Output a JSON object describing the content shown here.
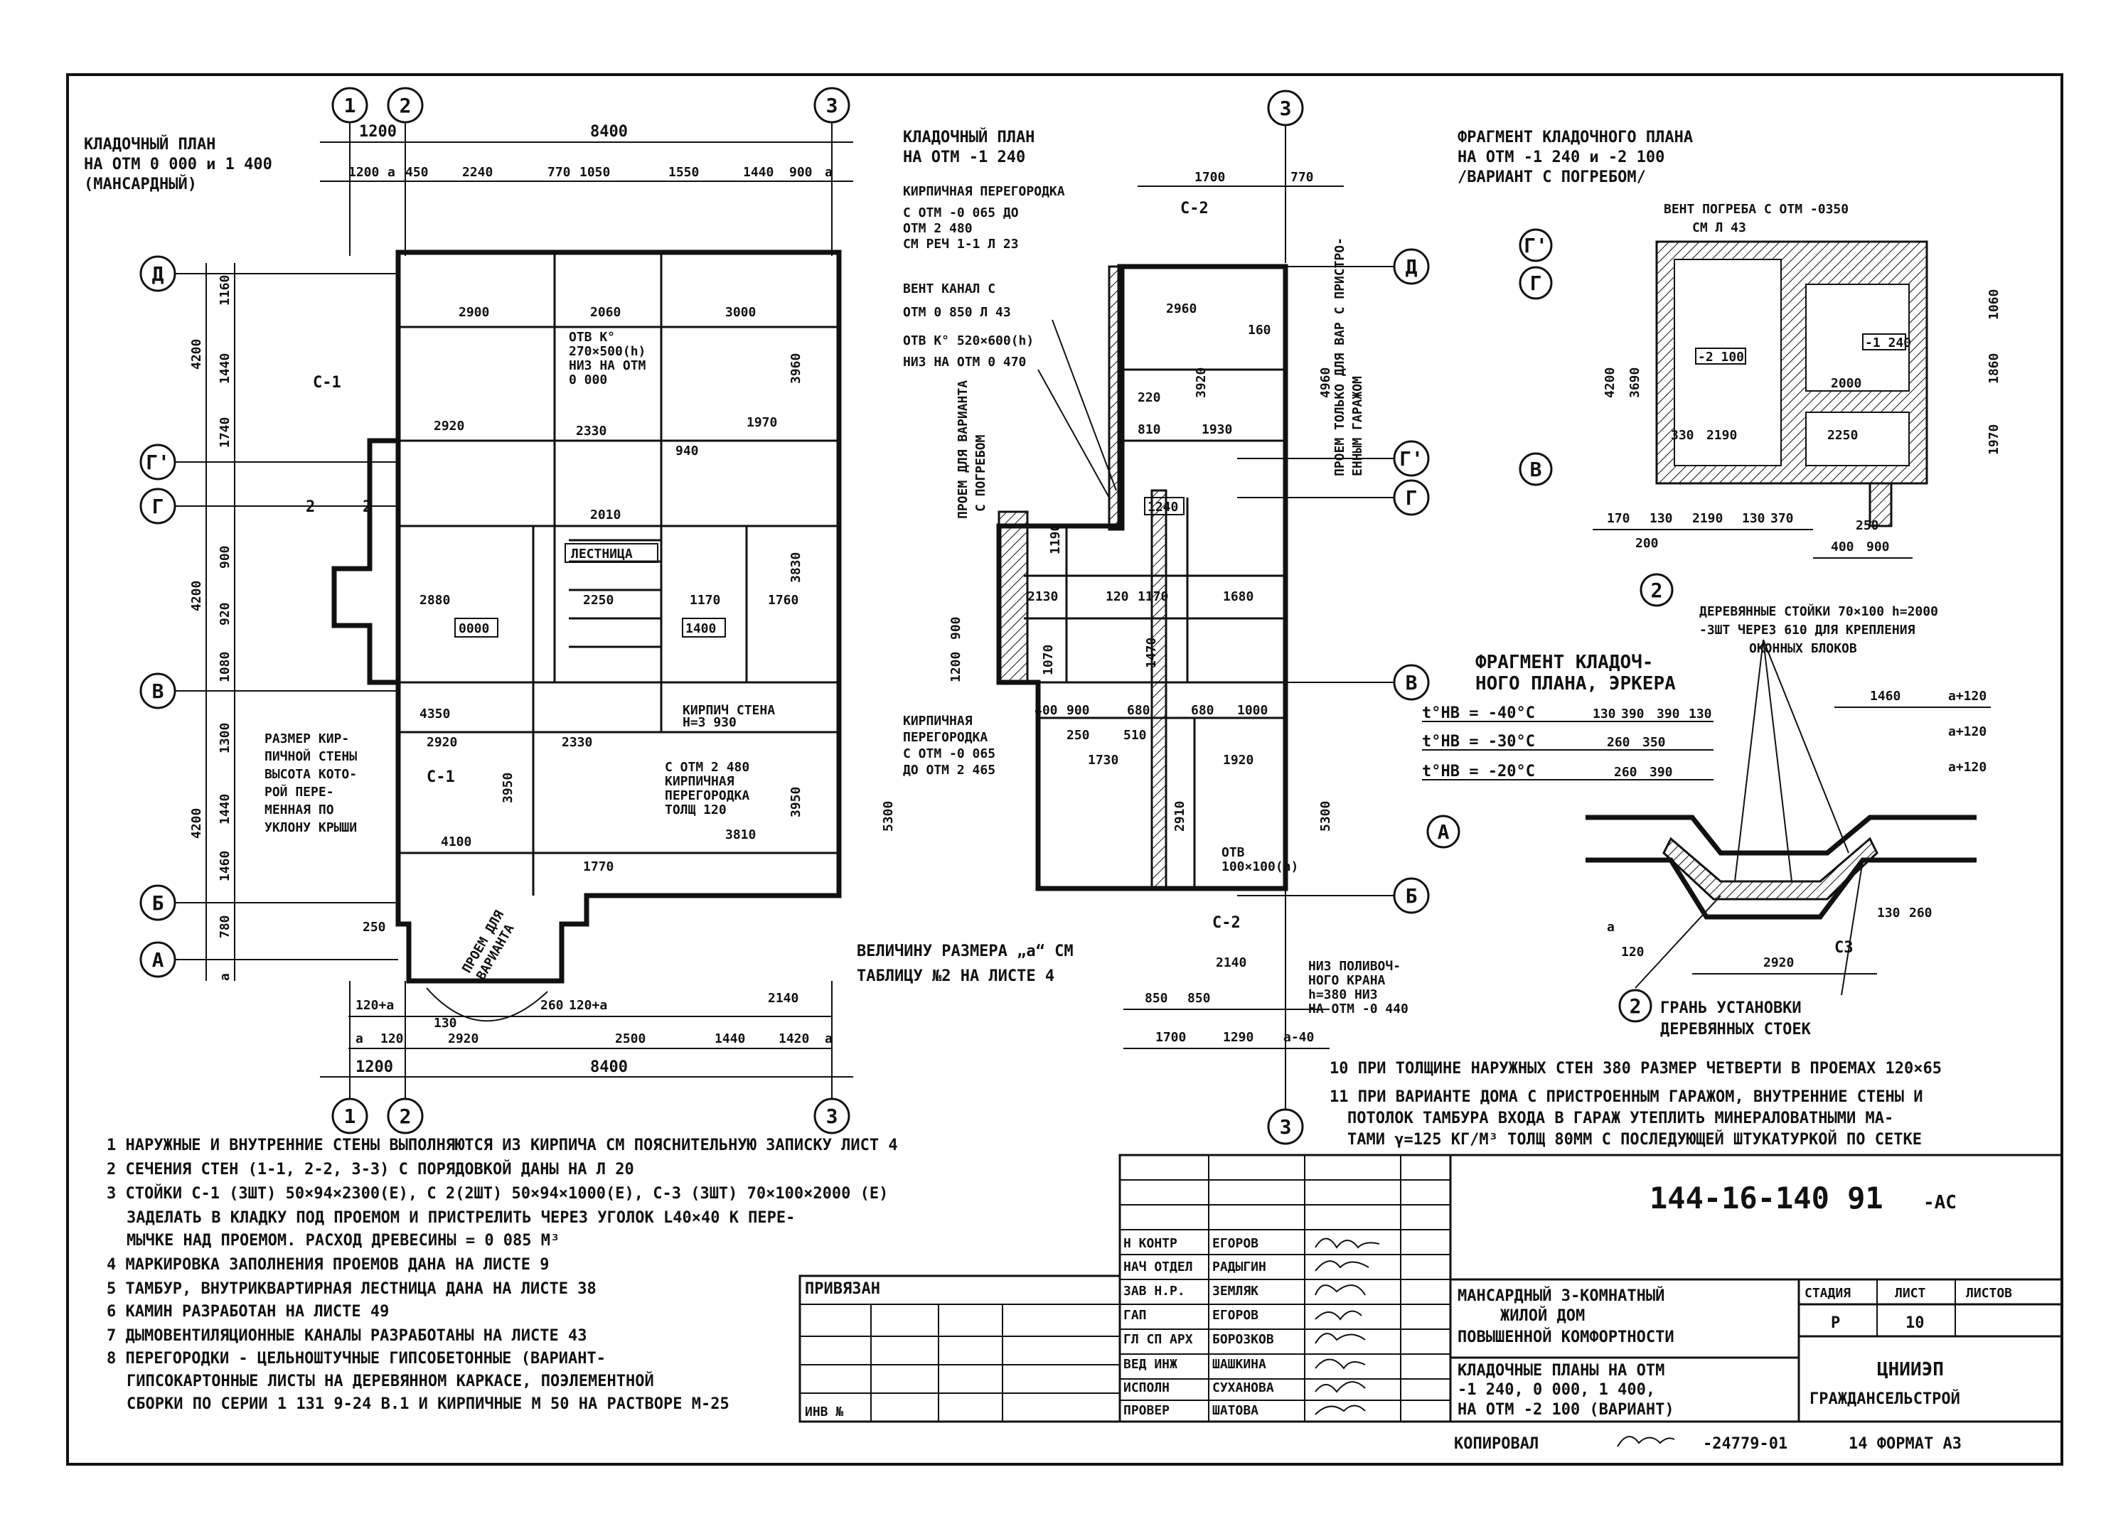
{
  "plan1": {
    "title": [
      "КЛАДОЧНЫЙ ПЛАН",
      "НА ОТМ 0 000 и 1 400",
      "(МАНСАРДНЫЙ)"
    ],
    "axes_top": [
      "1",
      "2",
      "3"
    ],
    "axes_left": [
      "Д",
      "Г'",
      "Г",
      "В",
      "Б",
      "А"
    ],
    "dims_top": [
      "1200",
      "8400"
    ],
    "dims_top2": [
      "1200",
      "a",
      "450",
      "2240",
      "770",
      "1050",
      "1550",
      "1440",
      "900",
      "a"
    ],
    "dims_bottom": [
      "120+a",
      "250",
      "130",
      "260",
      "120+a",
      "2140"
    ],
    "dims_bottom2": [
      "a",
      "120",
      "2920",
      "2500",
      "1440",
      "1420",
      "a"
    ],
    "dims_bottom3": [
      "1200",
      "8400"
    ],
    "dims_left": [
      "1160",
      "1440",
      "1740",
      "900",
      "920",
      "1080",
      "1300",
      "1440",
      "1460",
      "780",
      "a",
      "4200",
      "4200",
      "4200"
    ],
    "rooms": [
      "2900",
      "2060",
      "3000",
      "2920",
      "2330",
      "940",
      "1970",
      "2880",
      "2010",
      "2250",
      "1170",
      "1760",
      "4350",
      "2920",
      "2330",
      "4100",
      "1770",
      "3810",
      "3960",
      "3830",
      "3950",
      "3950"
    ],
    "labels": {
      "c1": "С-1",
      "c2": "2",
      "otv": [
        "ОТВ К°",
        "270×500(h)",
        "НИЗ НА ОТМ",
        "0 000"
      ],
      "lestnica": "ЛЕСТНИЦА",
      "box1": "0000",
      "box2": "1400",
      "razmer": [
        "РАЗМЕР КИР-",
        "ПИЧНОЙ СТЕНЫ",
        "ВЫСОТА КОТО-",
        "РОЙ ПЕРЕ-",
        "МЕННАЯ ПО",
        "УКЛОНУ КРЫШИ"
      ],
      "kirp": [
        "С ОТМ 2 480",
        "КИРПИЧНАЯ",
        "ПЕРЕГОРОДКА",
        "ТОЛЩ 120"
      ],
      "kirp_stena": [
        "КИРПИЧ СТЕНА",
        "Н=3 930"
      ],
      "proem": [
        "ПРОЕМ ДЛЯ",
        "ВАРИАНТА"
      ]
    }
  },
  "plan2": {
    "title": [
      "КЛАДОЧНЫЙ ПЛАН",
      "НА ОТМ -1 240"
    ],
    "axis_top": "3",
    "axes_right": [
      "Д",
      "Г'",
      "Г",
      "В",
      "Б"
    ],
    "dims_top": [
      "1700",
      "770"
    ],
    "notes": {
      "kp1": [
        "КИРПИЧНАЯ ПЕРЕГОРОДКА",
        "С ОТМ -0 065 ДО",
        "ОТМ 2 480",
        "СМ РЕЧ 1-1 Л 23"
      ],
      "vent": [
        "ВЕНТ КАНАЛ С",
        "ОТМ 0 850 Л 43"
      ],
      "otv": [
        "ОТВ К° 520×600(h)",
        "НИЗ НА ОТМ 0 470"
      ],
      "kp2": [
        "КИРПИЧНАЯ",
        "ПЕРЕГОРОДКА",
        "С ОТМ -0 065",
        "ДО ОТМ 2 465"
      ],
      "proem": [
        "ПРОЕМ ТОЛЬКО ДЛЯ ВАР С ПРИСТРО-",
        "ЕННЫМ ГАРАЖОМ"
      ],
      "proem2": [
        "ПРОЕМ ДЛЯ ВАРИАНТА",
        "С ПОГРЕБОМ"
      ],
      "niz": [
        "НИЗ ПОЛИВОЧ-",
        "НОГО КРАНА",
        "h=380 НИЗ",
        "НА ОТМ -0 440"
      ],
      "otv2": [
        "ОТВ",
        "100×100(h)"
      ],
      "c2": "С-2",
      "box": "1240"
    },
    "dims_inside": [
      "2960",
      "160",
      "3920",
      "4960",
      "220",
      "810",
      "1930",
      "1190",
      "2130",
      "120",
      "1170",
      "1680",
      "1470",
      "900",
      "1200",
      "1070",
      "400",
      "900",
      "680",
      "680",
      "1000",
      "250",
      "510",
      "1730",
      "1920",
      "2910",
      "5300",
      "5300",
      "2140",
      "850",
      "850",
      "1700",
      "1290",
      "a-40"
    ],
    "legend": [
      "ВЕЛИЧИНУ РАЗМЕРА „a“ СМ",
      "ТАБЛИЦУ №2   НА ЛИСТЕ 4"
    ]
  },
  "plan3": {
    "title": [
      "ФРАГМЕНТ КЛАДОЧНОГО ПЛАНА",
      "НА ОТМ -1 240 и -2 100",
      "/ВАРИАНТ С ПОГРЕБОМ/"
    ],
    "vent": [
      "ВЕНТ ПОГРЕБА С ОТМ -0350",
      "СМ Л 43"
    ],
    "axes": [
      "Г'",
      "Г",
      "В",
      "2"
    ],
    "dims": [
      "4200",
      "3690",
      "1060",
      "1860",
      "1970",
      "2000",
      "2250",
      "330",
      "2190",
      "170",
      "130",
      "2190",
      "130",
      "370",
      "200",
      "400",
      "900",
      "250"
    ],
    "boxes": [
      "-2 100",
      "-1 240"
    ]
  },
  "plan4": {
    "title": [
      "ФРАГМЕНТ КЛАДОЧ-",
      "НОГО ПЛАНА, ЭРКЕРА"
    ],
    "posts": [
      "ДЕРЕВЯННЫЕ СТОЙКИ 70×100 h=2000",
      "-3ШТ ЧЕРЕЗ 610 ДЛЯ КРЕПЛЕНИЯ",
      "ОКОННЫХ БЛОКОВ"
    ],
    "temps": [
      "t°НВ = -40°С",
      "t°НВ = -30°С",
      "t°НВ = -20°С"
    ],
    "temp_dims": [
      "130",
      "390",
      "390",
      "130",
      "260",
      "350",
      "260",
      "390"
    ],
    "dims": [
      "1460",
      "a+120",
      "a+120",
      "a+120",
      "2920",
      "130",
      "260",
      "a",
      "120"
    ],
    "axes": [
      "А",
      "2"
    ],
    "grany": [
      "ГРАНЬ УСТАНОВКИ",
      "ДЕРЕВЯННЫХ СТОЕК"
    ],
    "c3": "С3"
  },
  "notes_right": [
    "10 ПРИ ТОЛЩИНЕ НАРУЖНЫХ СТЕН 380 РАЗМЕР ЧЕТВЕРТИ В ПРОЕМАХ 120×65",
    "11 ПРИ ВАРИАНТЕ ДОМА С ПРИСТРОЕННЫМ ГАРАЖОМ, ВНУТРЕННИЕ СТЕНЫ И",
    "ПОТОЛОК ТАМБУРА ВХОДА В ГАРАЖ УТЕПЛИТЬ МИНЕРАЛОВАТНЫМИ МА-",
    "ТАМИ γ=125 КГ/М³ ТОЛЩ 80ММ С ПОСЛЕДУЮЩЕЙ ШТУКАТУРКОЙ ПО СЕТКЕ"
  ],
  "notes_left": [
    "1 НАРУЖНЫЕ И ВНУТРЕННИЕ СТЕНЫ ВЫПОЛНЯЮТСЯ ИЗ КИРПИЧА  СМ ПОЯСНИТЕЛЬНУЮ ЗАПИСКУ ЛИСТ 4",
    "2 СЕЧЕНИЯ СТЕН (1-1, 2-2, 3-3) С ПОРЯДОВКОЙ ДАНЫ НА Л 20",
    "3 СТОЙКИ  С-1 (3ШТ) 50×94×2300(Е), С 2(2ШТ) 50×94×1000(Е), С-3 (3ШТ) 70×100×2000 (Е)",
    "ЗАДЕЛАТЬ В КЛАДКУ ПОД ПРОЕМОМ И ПРИСТРЕЛИТЬ ЧЕРЕЗ УГОЛОК L40×40 К ПЕРЕ-",
    "МЫЧКЕ НАД ПРОЕМОМ.  РАСХОД ДРЕВЕСИНЫ = 0 085 М³",
    "4 МАРКИРОВКА ЗАПОЛНЕНИЯ ПРОЕМОВ ДАНА НА ЛИСТЕ 9",
    "5 ТАМБУР, ВНУТРИКВАРТИРНАЯ ЛЕСТНИЦА ДАНА НА ЛИСТЕ 38",
    "6 КАМИН РАЗРАБОТАН НА ЛИСТЕ 49",
    "7 ДЫМОВЕНТИЛЯЦИОННЫЕ КАНАЛЫ РАЗРАБОТАНЫ НА ЛИСТЕ 43",
    "8 ПЕРЕГОРОДКИ - ЦЕЛЬНОШТУЧНЫЕ ГИПСОБЕТОННЫЕ (ВАРИАНТ-",
    "ГИПСОКАРТОННЫЕ ЛИСТЫ НА ДЕРЕВЯННОМ КАРКАСЕ, ПОЭЛЕМЕНТНОЙ",
    "СБОРКИ ПО СЕРИИ 1 131 9-24 В.1 И КИРПИЧНЫЕ М 50 НА РАСТВОРЕ М-25"
  ],
  "title_block": {
    "code": "144-16-140 91",
    "suffix": "-АС",
    "privyazan": "ПРИВЯЗАН",
    "inv": "ИНВ №",
    "roles": [
      "Н КОНТР",
      "НАЧ ОТДЕЛ",
      "ЗАВ Н.Р.",
      "ГАП",
      "ГЛ СП АРХ",
      "ВЕД ИНЖ",
      "ИСПОЛН",
      "ПРОВЕР"
    ],
    "names": [
      "ЕГОРОВ",
      "РАДЫГИН",
      "ЗЕМЛЯК",
      "ЕГОРОВ",
      "БОРОЗКОВ",
      "ШАШКИНА",
      "СУХАНОВА",
      "ШАТОВА"
    ],
    "project": [
      "МАНСАРДНЫЙ 3-КОМНАТНЫЙ",
      "ЖИЛОЙ ДОМ",
      "ПОВЫШЕННОЙ КОМФОРТНОСТИ"
    ],
    "sheet_title": [
      "КЛАДОЧНЫЕ ПЛАНЫ НА ОТМ",
      "-1 240, 0 000, 1 400,",
      "НА ОТМ -2 100 (ВАРИАНТ)"
    ],
    "headers": [
      "СТАДИЯ",
      "ЛИСТ",
      "ЛИСТОВ"
    ],
    "values": [
      "Р",
      "10",
      ""
    ],
    "org": [
      "ЦНИИЭП",
      "ГРАЖДАНСЕЛЬСТРОЙ"
    ],
    "copied": "КОПИРОВАЛ",
    "inv_no": "-24779-01",
    "format": "14 ФОРМАТ А3"
  }
}
